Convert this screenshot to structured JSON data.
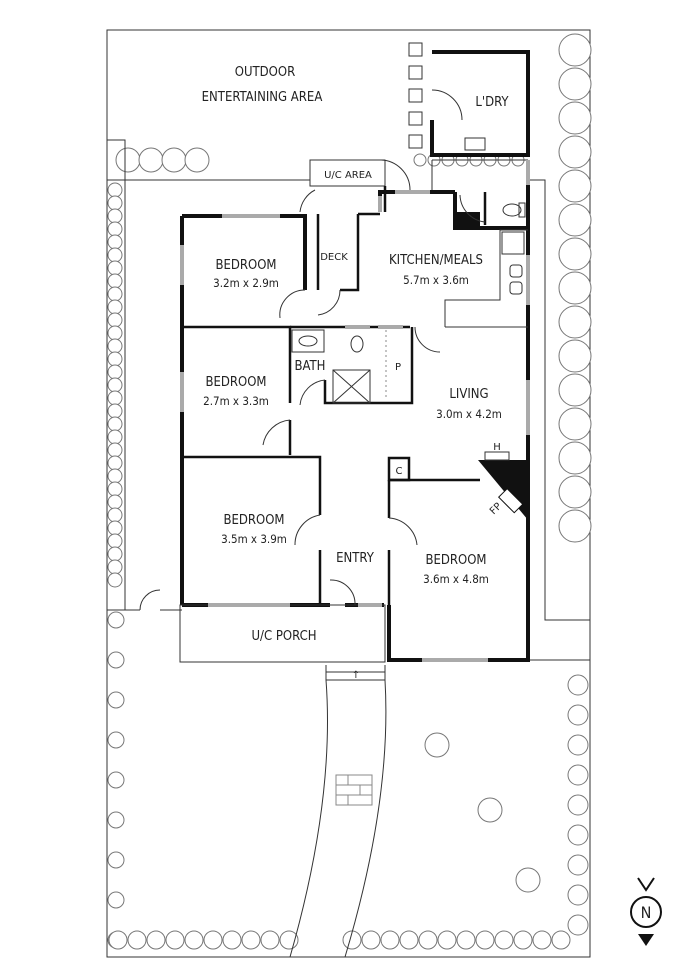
{
  "plan": {
    "outdoor": {
      "line1": "OUTDOOR",
      "line2": "ENTERTAINING AREA"
    },
    "laundry": "L'DRY",
    "uc_area": "U/C AREA",
    "deck": "DECK",
    "rooms": [
      {
        "name": "BEDROOM",
        "size": "3.2m x 2.9m"
      },
      {
        "name": "BEDROOM",
        "size": "2.7m x 3.3m"
      },
      {
        "name": "BEDROOM",
        "size": "3.5m x 3.9m"
      },
      {
        "name": "BEDROOM",
        "size": "3.6m x 4.8m"
      },
      {
        "name": "KITCHEN/MEALS",
        "size": "5.7m x 3.6m"
      },
      {
        "name": "LIVING",
        "size": "3.0m x 4.2m"
      }
    ],
    "bath": "BATH",
    "pantry": "P",
    "heater": "H",
    "cupboard": "C",
    "fireplace": "FP",
    "entry": "ENTRY",
    "porch": "U/C PORCH",
    "north": "N"
  },
  "colors": {
    "wall": "#111111",
    "window": "#aaaaaa",
    "line": "#333333"
  }
}
